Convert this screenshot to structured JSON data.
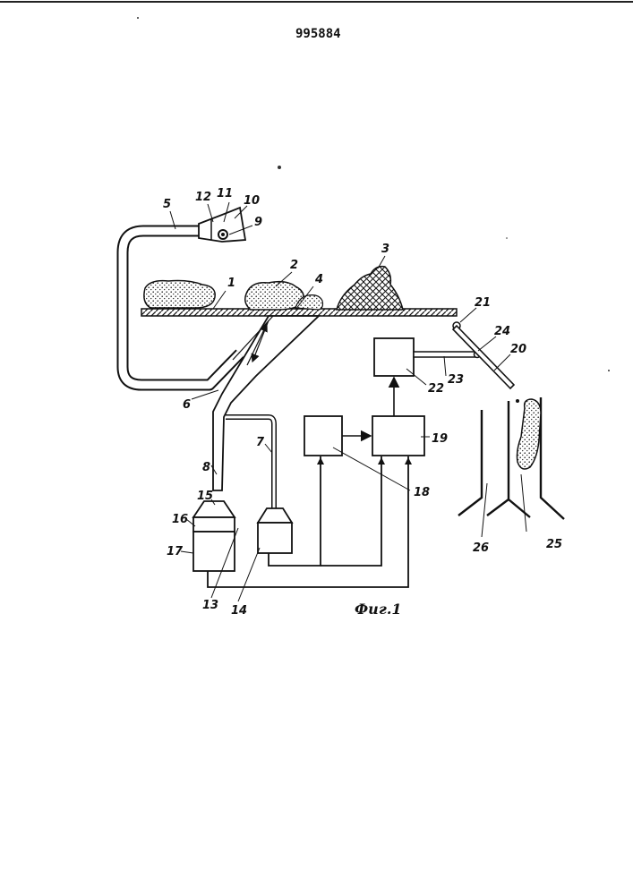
{
  "document": {
    "number": "995884",
    "figure_caption": "Фиг.1"
  },
  "labels": {
    "l1": "1",
    "l2": "2",
    "l3": "3",
    "l4": "4",
    "l5": "5",
    "l6": "6",
    "l7": "7",
    "l8": "8",
    "l9": "9",
    "l10": "10",
    "l11": "11",
    "l12": "12",
    "l13": "13",
    "l14": "14",
    "l15": "15",
    "l16": "16",
    "l17": "17",
    "l18": "18",
    "l19": "19",
    "l20": "20",
    "l21": "21",
    "l22": "22",
    "l23": "23",
    "l24": "24",
    "l25": "25",
    "l26": "26"
  }
}
